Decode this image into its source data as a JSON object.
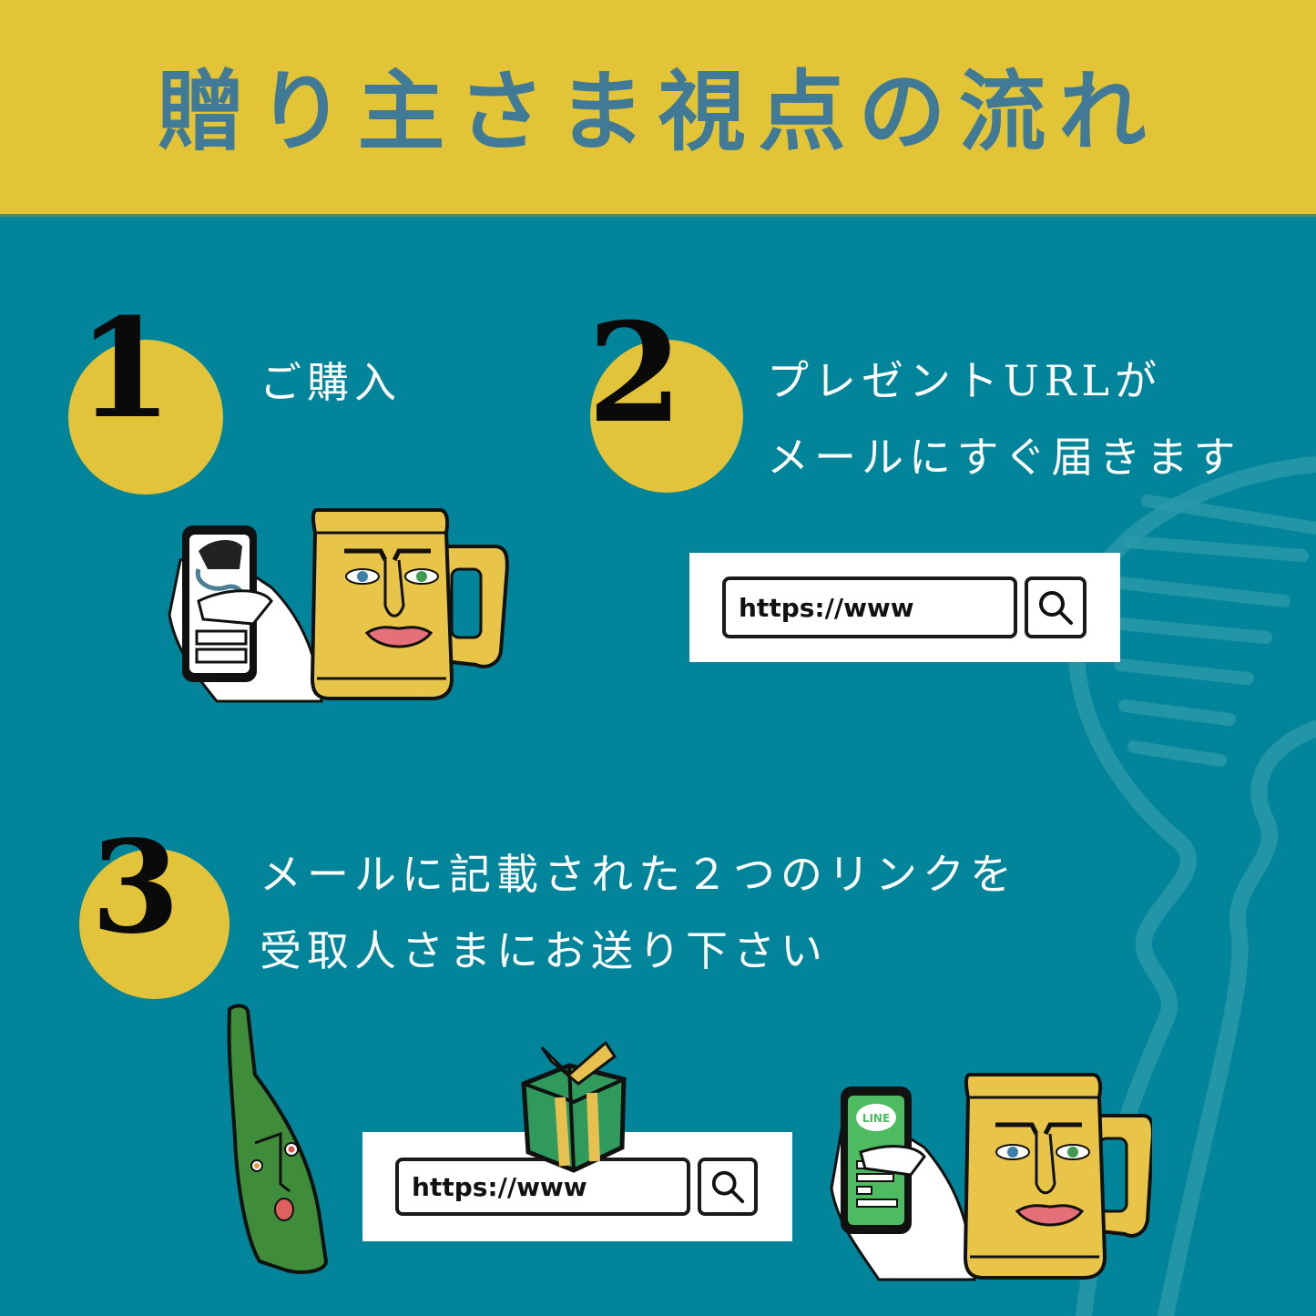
{
  "header": {
    "title": "贈り主さま視点の流れ"
  },
  "colors": {
    "header_bg": "#e2c436",
    "header_text": "#417a96",
    "main_bg": "#02849a",
    "circle": "#e2c33a",
    "number": "#0a0a0a",
    "step_text": "#ffffff"
  },
  "steps": [
    {
      "number": "1",
      "lines": [
        "ご購入"
      ],
      "illustration": "hand-holding-phone-with-beer-mug-face"
    },
    {
      "number": "2",
      "lines": [
        "プレゼントURLが",
        "メールにすぐ届きます"
      ],
      "url_bar": {
        "value": "https://www",
        "icon": "search-icon"
      }
    },
    {
      "number": "3",
      "lines": [
        "メールに記載された２つのリンクを",
        "受取人さまにお送り下さい"
      ],
      "url_bar": {
        "value": "https://www",
        "icon": "search-icon"
      },
      "illustrations": [
        "green-bottle-face",
        "gift-box",
        "hand-holding-phone-line-with-beer-mug-face"
      ],
      "phone_badge": "LINE"
    }
  ]
}
